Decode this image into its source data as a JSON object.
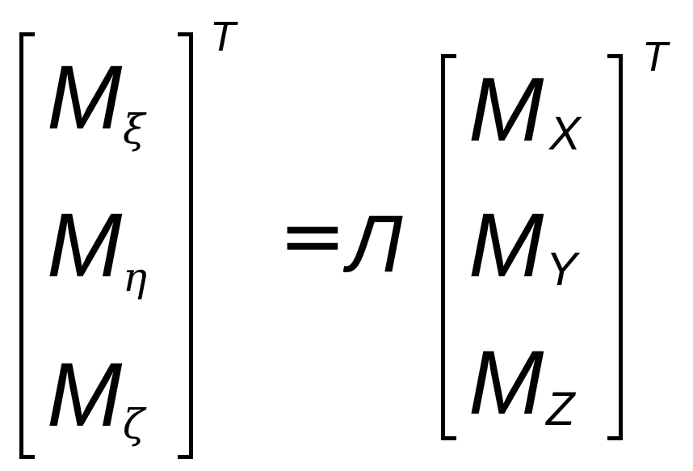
{
  "equation": {
    "lhs": {
      "rows": [
        {
          "base": "M",
          "subscript": "ξ"
        },
        {
          "base": "M",
          "subscript": "η"
        },
        {
          "base": "M",
          "subscript": "ζ"
        }
      ],
      "superscript": "T"
    },
    "equals": "=",
    "operator": "Л",
    "rhs": {
      "rows": [
        {
          "base": "M",
          "subscript": "X"
        },
        {
          "base": "M",
          "subscript": "Y"
        },
        {
          "base": "M",
          "subscript": "Z"
        }
      ],
      "superscript": "T"
    }
  }
}
